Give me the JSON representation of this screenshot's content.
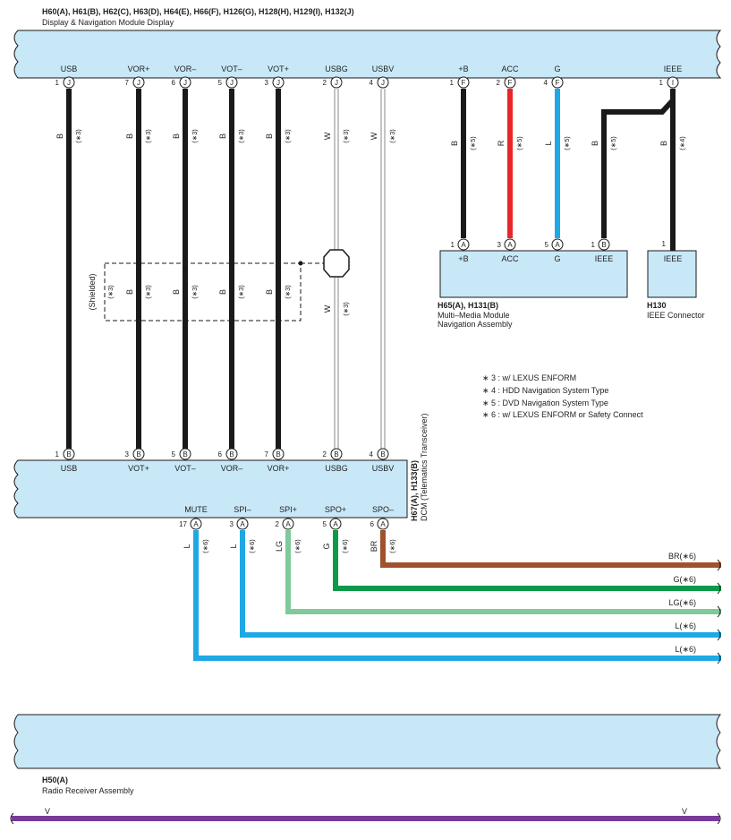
{
  "title_connectors": "H60(A), H61(B), H62(C), H63(D), H64(E), H66(F), H126(G), H128(H), H129(I), H132(J)",
  "title_module": "Display & Navigation Module Display",
  "display_pins": [
    {
      "name": "USB",
      "num": "1",
      "conn": "J"
    },
    {
      "name": "VOR+",
      "num": "7",
      "conn": "J"
    },
    {
      "name": "VOR–",
      "num": "6",
      "conn": "J"
    },
    {
      "name": "VOT–",
      "num": "5",
      "conn": "J"
    },
    {
      "name": "VOT+",
      "num": "3",
      "conn": "J"
    },
    {
      "name": "USBG",
      "num": "2",
      "conn": "J"
    },
    {
      "name": "USBV",
      "num": "4",
      "conn": "J"
    },
    {
      "name": "+B",
      "num": "1",
      "conn": "F"
    },
    {
      "name": "ACC",
      "num": "2",
      "conn": "F"
    },
    {
      "name": "G",
      "num": "4",
      "conn": "F"
    },
    {
      "name": "IEEE",
      "num": "1",
      "conn": "I"
    }
  ],
  "wire_labels": [
    {
      "color": "B",
      "note": "(∗3)"
    },
    {
      "color": "B",
      "note": "(∗3)"
    },
    {
      "color": "B",
      "note": "(∗3)"
    },
    {
      "color": "B",
      "note": "(∗3)"
    },
    {
      "color": "B",
      "note": "(∗3)"
    },
    {
      "color": "W",
      "note": "(∗3)"
    },
    {
      "color": "W",
      "note": "(∗3)"
    },
    {
      "color": "B",
      "note": "(∗5)"
    },
    {
      "color": "R",
      "note": "(∗5)"
    },
    {
      "color": "L",
      "note": "(∗5)"
    },
    {
      "color": "B",
      "note": "(∗5)"
    },
    {
      "color": "B",
      "note": "(∗4)"
    }
  ],
  "nav_pins": [
    {
      "name": "+B",
      "num": "1",
      "conn": "A"
    },
    {
      "name": "ACC",
      "num": "3",
      "conn": "A"
    },
    {
      "name": "G",
      "num": "5",
      "conn": "A"
    },
    {
      "name": "IEEE",
      "num": "1",
      "conn": "B"
    }
  ],
  "nav_conn": "H65(A), H131(B)",
  "nav_name1": "Multi–Media Module",
  "nav_name2": "Navigation Assembly",
  "ieee_pin": {
    "name": "IEEE",
    "num": "1"
  },
  "ieee_conn": "H130",
  "ieee_name": "IEEE Connector",
  "shielded": "(Shielded)",
  "shield_wires": [
    {
      "color": "B",
      "note": "(∗3)"
    },
    {
      "color": "B",
      "note": "(∗3)"
    },
    {
      "color": "B",
      "note": "(∗3)"
    },
    {
      "color": "B",
      "note": "(∗3)"
    },
    {
      "color": "W",
      "note": "(∗3)"
    }
  ],
  "shield_note": "(∗3)",
  "notes": [
    "∗ 3 : w/ LEXUS ENFORM",
    "∗ 4 : HDD Navigation System Type",
    "∗ 5 : DVD Navigation System Type",
    "∗ 6 : w/ LEXUS ENFORM or Safety Connect"
  ],
  "dcm_pins_top": [
    {
      "name": "USB",
      "num": "1",
      "conn": "B"
    },
    {
      "name": "VOT+",
      "num": "3",
      "conn": "B"
    },
    {
      "name": "VOT–",
      "num": "5",
      "conn": "B"
    },
    {
      "name": "VOR–",
      "num": "6",
      "conn": "B"
    },
    {
      "name": "VOR+",
      "num": "7",
      "conn": "B"
    },
    {
      "name": "USBG",
      "num": "2",
      "conn": "B"
    },
    {
      "name": "USBV",
      "num": "4",
      "conn": "B"
    }
  ],
  "dcm_conn": "H67(A), H133(B)",
  "dcm_name": "DCM (Telematics Transceiver)",
  "dcm_pins_bottom": [
    {
      "name": "MUTE",
      "num": "17",
      "conn": "A"
    },
    {
      "name": "SPI–",
      "num": "3",
      "conn": "A"
    },
    {
      "name": "SPI+",
      "num": "2",
      "conn": "A"
    },
    {
      "name": "SPO+",
      "num": "5",
      "conn": "A"
    },
    {
      "name": "SPO–",
      "num": "6",
      "conn": "A"
    }
  ],
  "dcm_wires": [
    {
      "color": "L",
      "note": "(∗6)"
    },
    {
      "color": "L",
      "note": "(∗6)"
    },
    {
      "color": "LG",
      "note": "(∗6)"
    },
    {
      "color": "G",
      "note": "(∗6)"
    },
    {
      "color": "BR",
      "note": "(∗6)"
    }
  ],
  "right_labels": [
    "BR(∗6)",
    "G(∗6)",
    "LG(∗6)",
    "L(∗6)",
    "L(∗6)"
  ],
  "radio_conn": "H50(A)",
  "radio_name": "Radio Receiver Assembly",
  "v_left": "V",
  "v_right": "V",
  "colors": {
    "module_fill": "#c8e8f8",
    "black": "#1a1a1a",
    "red": "#e8262a",
    "blue": "#1ea8e6",
    "light_green": "#7fc99a",
    "green": "#0a9a4a",
    "brown": "#a0522d",
    "violet": "#7a3a9a"
  }
}
